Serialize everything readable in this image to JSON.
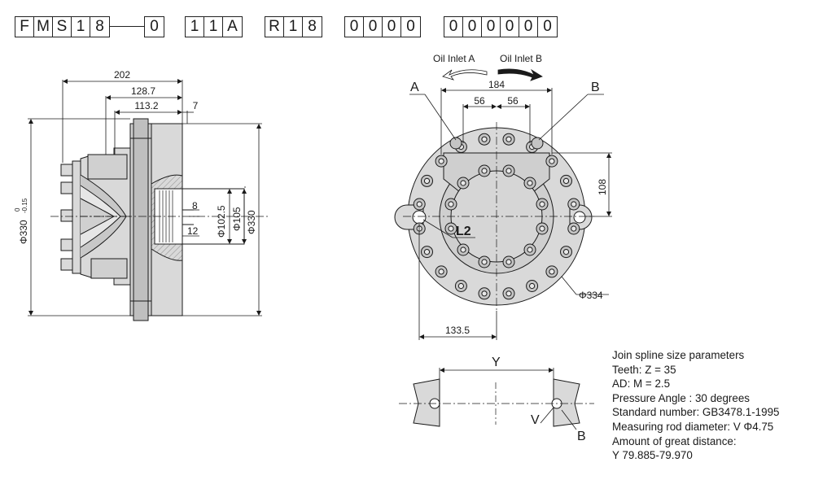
{
  "model_code": {
    "groups": [
      [
        "F",
        "M",
        "S",
        "1",
        "8"
      ],
      [
        "0"
      ],
      [
        "1",
        "1",
        "A"
      ],
      [
        "R",
        "1",
        "8"
      ],
      [
        "0",
        "0",
        "0",
        "0"
      ],
      [
        "0",
        "0",
        "0",
        "0",
        "0",
        "0"
      ]
    ]
  },
  "side_view": {
    "dim_202": "202",
    "dim_128_7": "128.7",
    "dim_113_2": "113.2",
    "dim_7": "7",
    "dim_8": "8",
    "dim_12": "12",
    "dim_phi102_5": "Φ102.5",
    "dim_phi105": "Φ105",
    "dim_phi330": "Φ330",
    "dim_phi330_tol": "Φ330",
    "tol_upper": "0",
    "tol_lower": "-0.15"
  },
  "front_view": {
    "oil_inlet_a": "Oil Inlet A",
    "oil_inlet_b": "Oil Inlet B",
    "label_a": "A",
    "label_b": "B",
    "dim_184": "184",
    "dim_56_left": "56",
    "dim_56_right": "56",
    "dim_108": "108",
    "label_l2": "L2",
    "dim_phi334": "Φ334",
    "dim_133_5": "133.5"
  },
  "spline_view": {
    "label_y": "Y",
    "label_v": "V",
    "label_b": "B"
  },
  "spline_params": {
    "title": "Join spline size parameters",
    "teeth": "Teeth:  Z = 35",
    "module": "AD: M = 2.5",
    "pressure_angle": "Pressure Angle : 30 degrees",
    "standard": "Standard number: GB3478.1-1995",
    "rod_diameter": "Measuring rod diameter: V Φ4.75",
    "distance_label": "Amount of great distance:",
    "distance_value": "Y 79.885-79.970"
  },
  "colors": {
    "line": "#1a1a1a",
    "housing_fill": "#d9d9d9",
    "housing_dark": "#bfbfbf",
    "section_fill": "#e8e8e8"
  }
}
